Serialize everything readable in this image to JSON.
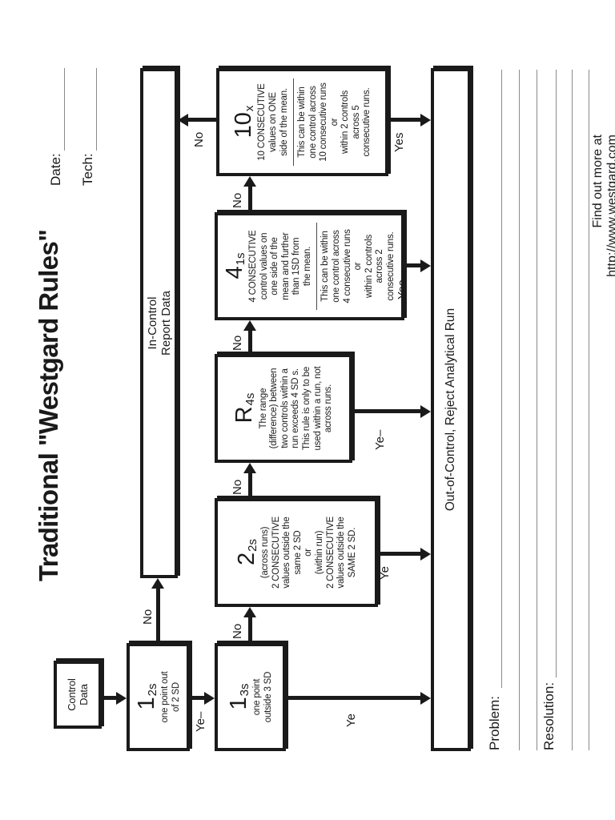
{
  "title": "Traditional \"Westgard Rules\"",
  "meta": {
    "date_label": "Date:",
    "tech_label": "Tech:"
  },
  "start": {
    "line1": "Control",
    "line2": "Data"
  },
  "bars": {
    "in_control_line1": "In-Control",
    "in_control_line2": "Report Data",
    "reject": "Out-of-Control, Reject Analytical Run"
  },
  "boxes": {
    "s12": {
      "big": "1",
      "sub": "2s",
      "lines": [
        "one point out",
        "of 2 SD"
      ]
    },
    "s13": {
      "big": "1",
      "sub": "3s",
      "lines": [
        "one point",
        "outside 3 SD"
      ]
    },
    "s22": {
      "big": "2",
      "sub": "2s",
      "lines": [
        "(across runs)",
        "2 CONSECUTIVE",
        "values outside the",
        "same 2 SD",
        "or",
        "(within run)",
        "2 CONSECUTIVE",
        "values outside the",
        "SAME 2 SD."
      ]
    },
    "r4s": {
      "big": "R",
      "sub": "4s",
      "lines": [
        "The range",
        "(difference) between",
        "two controls within a",
        "run exceeds 4 SD s.",
        "This rule is only to be",
        "used within a run, not",
        "across runs."
      ]
    },
    "s41": {
      "big": "4",
      "sub": "1s",
      "top": [
        "4 CONSECUTIVE",
        "control values on",
        "one side of the",
        "mean and further",
        "than 1SD from",
        "the mean."
      ],
      "bottom": [
        "This can be within",
        "one control across",
        "4 consecutive runs",
        "or",
        "within 2 controls",
        "across 2",
        "consecutive runs."
      ]
    },
    "s10x": {
      "big": "10",
      "sub": "x",
      "top": [
        "10 CONSECUTIVE",
        "values on ONE",
        "side of the mean."
      ],
      "bottom": [
        "This can be within",
        "one control across",
        "10 consecutive runs",
        "or",
        "within 2 controls",
        "across 5",
        "consecutive runs."
      ]
    }
  },
  "flow_labels": {
    "s12_no": "No",
    "s12_yes": "Ye–",
    "s13_no": "No",
    "s13_yes": "Ye",
    "s22_no": "No",
    "s22_yes": "Ye",
    "r4s_no": "No",
    "r4s_yes": "Ye–",
    "s41_no": "No",
    "s41_yes": "Yes",
    "s10x_no": "No",
    "s10x_yes": "Yes"
  },
  "footer": {
    "problem_label": "Problem:",
    "resolution_label": "Resolution:",
    "promo": "Find out more at http://www.westgard.com"
  },
  "colors": {
    "ink": "#1a1a1a",
    "ruled_line": "#8a8a8a"
  }
}
